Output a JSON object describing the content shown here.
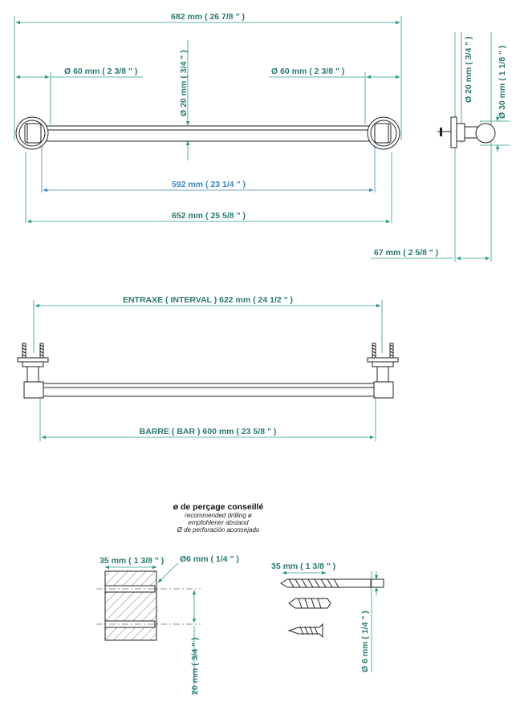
{
  "top_view": {
    "overall_width": "682 mm ( 26 7/8 \" )",
    "rosette_left": "Ø 60 mm ( 2 3/8 \" )",
    "rosette_right": "Ø 60 mm ( 2 3/8 \" )",
    "rosette_height": "Ø 20 mm ( 3/4 \" )",
    "bar_length": "592 mm ( 23 1/4 \" )",
    "outer_length": "652 mm ( 25 5/8 \" )"
  },
  "side_view": {
    "bar_diameter": "Ø 20 mm ( 3/4 \" )",
    "head_diameter": "Ø 30 mm ( 1 1/8 \" )",
    "projection": "67 mm ( 2 5/8 \" )"
  },
  "front_view": {
    "interval": "ENTRAXE ( INTERVAL ) 622 mm ( 24 1/2 \" )",
    "bar": "BARRE ( BAR ) 600 mm ( 23 5/8 \" )"
  },
  "drilling": {
    "title": "ø de perçage conseillé",
    "en": "recommended drilling ø",
    "de": "empfohlener abstand",
    "es": "Ø de perforación aconsejado",
    "wall_depth": "35 mm ( 1 3/8 \" )",
    "hole_diameter": "Ø6 mm ( 1/4 \" )",
    "hole_spacing": "20 mm ( 3/4 \" )",
    "drill_depth": "35 mm ( 1 3/8 \" )",
    "drill_diameter": "Ø 6 mm ( 1/4 \" )"
  }
}
